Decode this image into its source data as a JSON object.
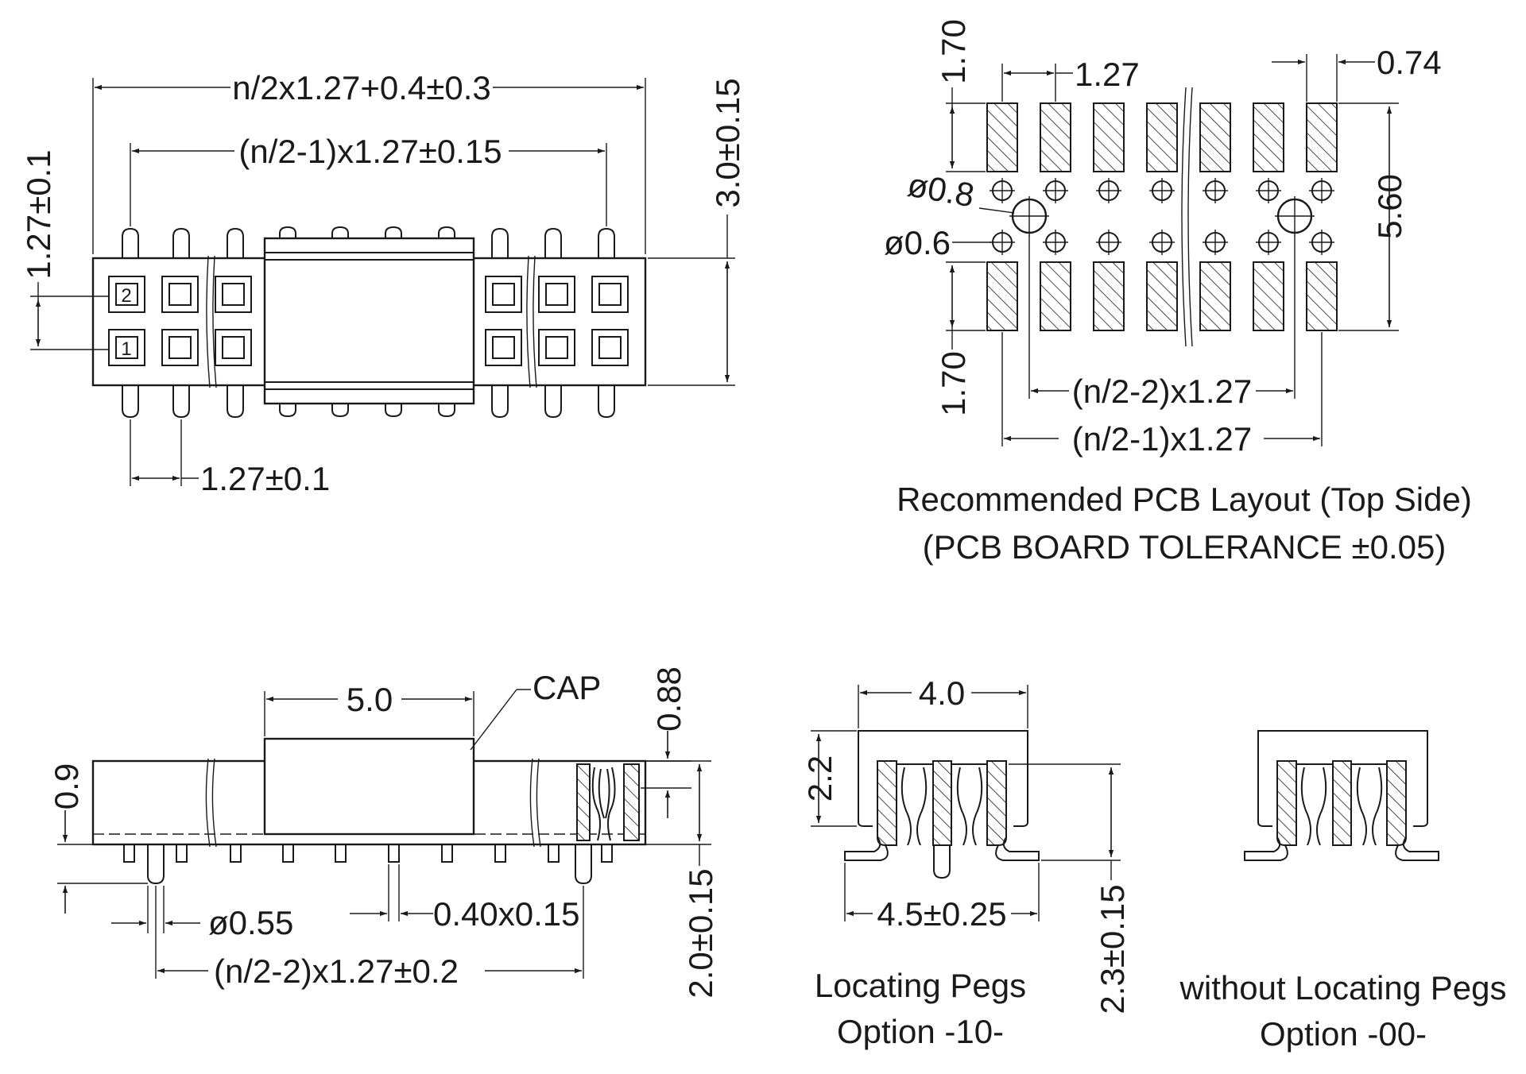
{
  "top_view": {
    "overall_length": "n/2x1.27+0.4±0.3",
    "pin_span": "(n/2-1)x1.27±0.15",
    "height": "3.0±0.15",
    "row_pitch": "1.27±0.1",
    "pin_pitch": "1.27±0.1",
    "pin_label_row2": "2",
    "pin_label_row1": "1"
  },
  "pcb_layout": {
    "pad_pitch": "1.27",
    "pad_width": "0.74",
    "pad_length_top": "1.70",
    "pad_length_bottom": "1.70",
    "outer_span": "5.60",
    "peg_hole": "ø0.8",
    "pin_hole": "ø0.6",
    "inner_span": "(n/2-2)x1.27",
    "outer_pitch_span": "(n/2-1)x1.27",
    "caption_line1": "Recommended PCB Layout (Top Side)",
    "caption_line2": "(PCB BOARD TOLERANCE ±0.05)"
  },
  "side_view": {
    "cap_width": "5.0",
    "cap_label": "CAP",
    "cap_thickness": "0.88",
    "body_height": "0.9",
    "total_height": "2.0±0.15",
    "peg_diameter": "ø0.55",
    "pin_section": "0.40x0.15",
    "peg_span": "(n/2-2)x1.27±0.2"
  },
  "option_10": {
    "width": "4.0",
    "body_height": "2.2",
    "foot_span": "4.5±0.25",
    "total_height": "2.3±0.15",
    "label_line1": "Locating Pegs",
    "label_line2": "Option -10-"
  },
  "option_00": {
    "label_line1": "without Locating Pegs",
    "label_line2": "Option -00-"
  }
}
